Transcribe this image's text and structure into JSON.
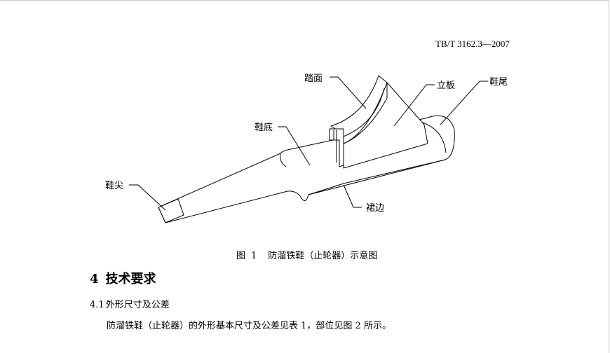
{
  "header": {
    "standard_number": "TB/T 3162.3—2007"
  },
  "figure": {
    "labels": {
      "tread": "踏面",
      "riser": "立板",
      "tail": "鞋尾",
      "sole": "鞋底",
      "tip": "鞋尖",
      "skirt": "裙边"
    },
    "caption_label": "图",
    "caption_number": "1",
    "caption_text": "防溜铁鞋（止轮器）示意图"
  },
  "section4": {
    "number": "4",
    "title": "技术要求"
  },
  "section4_1": {
    "number": "4.1",
    "title": "外形尺寸及公差"
  },
  "paragraph": "防溜铁鞋（止轮器）的外形基本尺寸及公差见表 1，部位见图 2 所示。"
}
